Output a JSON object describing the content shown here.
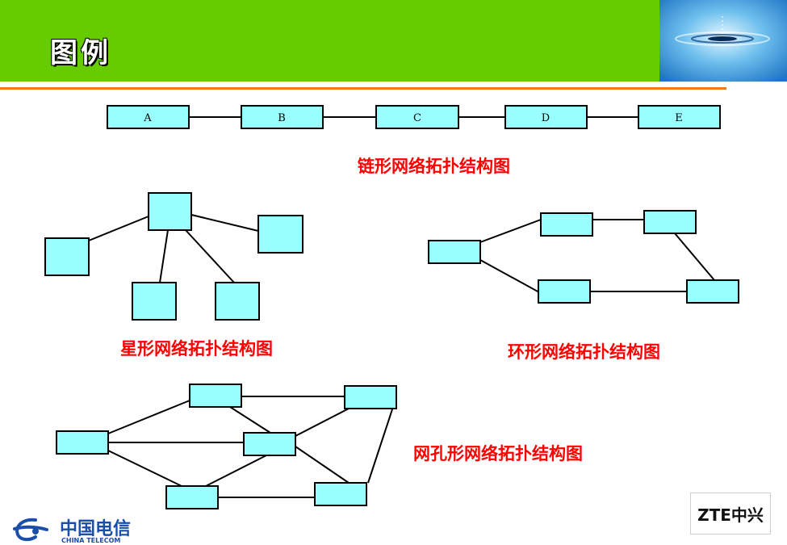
{
  "slide": {
    "title": "图例",
    "brand_left_name": "中国电信",
    "brand_left_sub": "CHINA TELECOM",
    "brand_right": "ZTE中兴"
  },
  "colors": {
    "header": "#66cc00",
    "divider": "#f07a1a",
    "node_fill": "#99ffff",
    "caption": "#ff0000"
  },
  "diagrams": {
    "chain": {
      "caption": "链形网络拓扑结构图",
      "labels": [
        "A",
        "B",
        "C",
        "D",
        "E"
      ]
    },
    "star": {
      "caption": "星形网络拓扑结构图"
    },
    "ring": {
      "caption": "环形网络拓扑结构图"
    },
    "mesh": {
      "caption": "网孔形网络拓扑结构图"
    }
  }
}
